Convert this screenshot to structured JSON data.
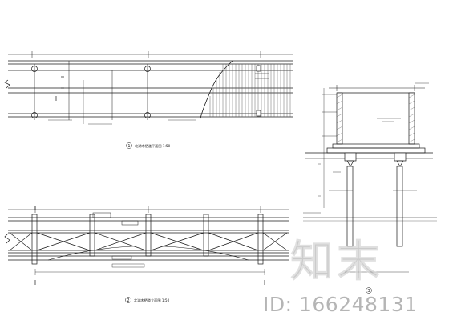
{
  "drawing": {
    "plan_view_caption": "北湖木栖道平面图  1:50",
    "elevation_caption": "北湖木栖道立面图  1:50",
    "plan_marker": "1",
    "elevation_marker": "2",
    "section_marker": "3"
  },
  "watermark": {
    "brand": "知末",
    "id_text": "ID: 166248131"
  },
  "colors": {
    "line": "#1a1a1a",
    "hatch": "#555555",
    "watermark": "#a0a0a0"
  }
}
